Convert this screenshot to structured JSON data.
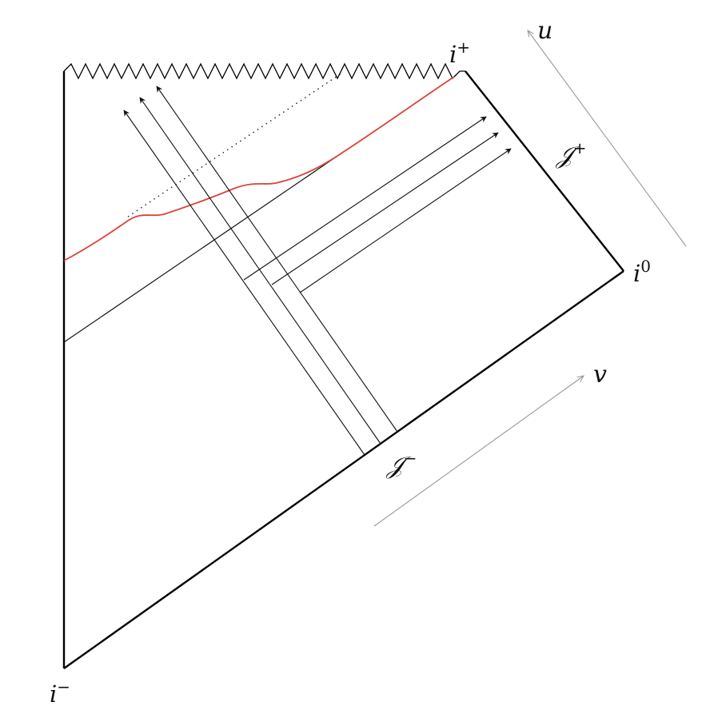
{
  "diagram": {
    "labels": {
      "i_plus": {
        "base": "i",
        "sup": "+"
      },
      "i_minus": {
        "base": "i",
        "sup": "−"
      },
      "i_zero": {
        "base": "i",
        "sup": "0"
      },
      "scri_plus": {
        "base": "𝒥",
        "sup": "+"
      },
      "scri_minus": {
        "base": "𝒥",
        "sup": "−"
      },
      "u_axis": "u",
      "v_axis": "v"
    },
    "colors": {
      "boundary": "#000000",
      "rays": "#111111",
      "apparent_horizon": "#d9443a",
      "axis_arrows": "#9a9a9a"
    }
  }
}
